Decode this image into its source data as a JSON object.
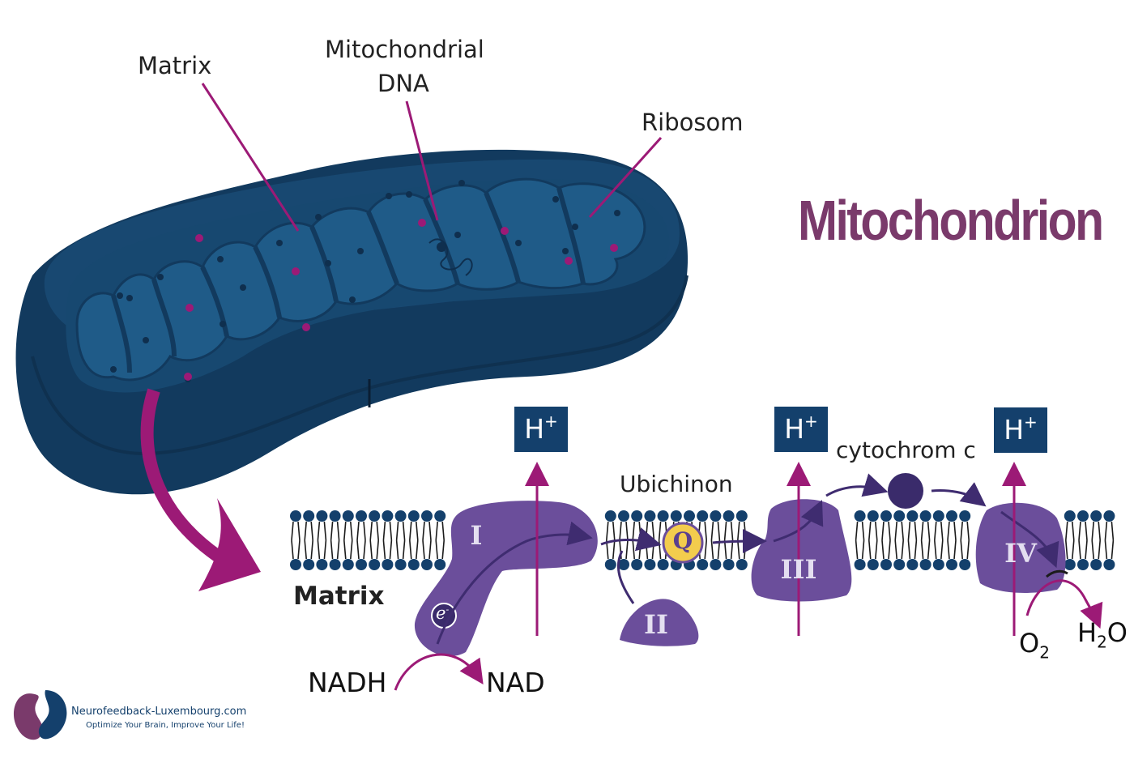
{
  "title": "Mitochondrion",
  "labels": {
    "matrix_top": "Matrix",
    "mtdna_line1": "Mitochondrial",
    "mtdna_line2": "DNA",
    "ribosom": "Ribosom",
    "ubichinon": "Ubichinon",
    "cytochrom": "cytochrom c",
    "matrix_bottom": "Matrix",
    "nadh": "NADH",
    "nad": "NAD",
    "o2": "O",
    "o2_sub": "2",
    "h2o_h": "H",
    "h2o_sub": "2",
    "h2o_o": "O",
    "proton": "H",
    "proton_sup": "+"
  },
  "complexes": {
    "c1": "I",
    "c2": "II",
    "c3": "III",
    "c4": "IV",
    "q": "Q",
    "electron": "e",
    "electron_sup": "-"
  },
  "logo": {
    "site": "Neurofeedback-Luxembourg.com",
    "tagline": "Optimize Your Brain, Improve Your Life!"
  },
  "colors": {
    "mito_dark": "#123a5e",
    "mito_inner": "#1d5581",
    "accent_magenta": "#9c1a76",
    "complex_purple": "#6b4e9b",
    "title_color": "#7a3a6b",
    "membrane_blue": "#14406c",
    "quinone_yellow": "#f3cc4d"
  }
}
